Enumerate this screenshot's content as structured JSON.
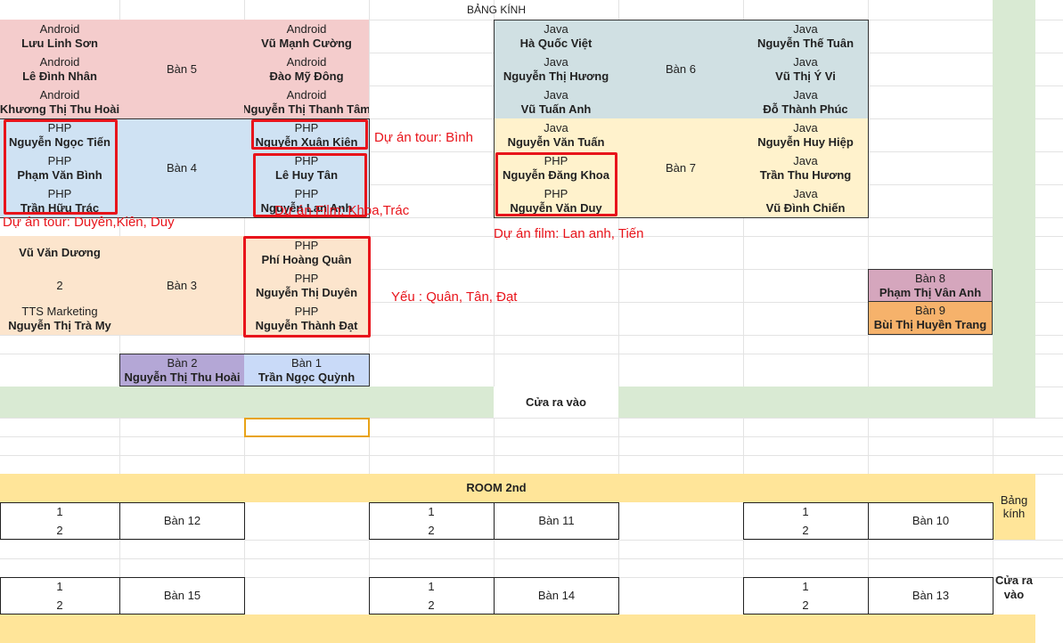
{
  "header": {
    "title": "BẢNG KÍNH"
  },
  "seats": {
    "s1": {
      "dept": "Android",
      "name": "Lưu Linh Sơn"
    },
    "s2": {
      "dept": "Android",
      "name": "Lê Đình Nhân"
    },
    "s3": {
      "dept": "Android",
      "name": "Khương Thị Thu Hoài"
    },
    "s4": {
      "dept": "Android",
      "name": "Vũ Mạnh Cường"
    },
    "s5": {
      "dept": "Android",
      "name": "Đào Mỹ Đông"
    },
    "s6": {
      "dept": "Android",
      "name": "Nguyễn Thị Thanh Tâm"
    },
    "s7": {
      "dept": "PHP",
      "name": "Nguyễn Ngọc Tiến"
    },
    "s8": {
      "dept": "PHP",
      "name": "Phạm Văn Bình"
    },
    "s9": {
      "dept": "PHP",
      "name": "Trần Hữu Trác"
    },
    "s10": {
      "dept": "PHP",
      "name": "Nguyễn Xuân Kiên"
    },
    "s11": {
      "dept": "PHP",
      "name": "Lê Huy Tân"
    },
    "s12": {
      "dept": "PHP",
      "name": "Nguyễn Lan Anh"
    },
    "s13": {
      "dept": "Java",
      "name": "Hà Quốc Việt"
    },
    "s14": {
      "dept": "Java",
      "name": "Nguyễn Thị Hương"
    },
    "s15": {
      "dept": "Java",
      "name": "Vũ Tuấn Anh"
    },
    "s16": {
      "dept": "Java",
      "name": "Nguyễn Thế Tuân"
    },
    "s17": {
      "dept": "Java",
      "name": "Vũ Thị Ý Vi"
    },
    "s18": {
      "dept": "Java",
      "name": "Đỗ Thành Phúc"
    },
    "s19": {
      "dept": "Java",
      "name": "Nguyễn Văn Tuấn"
    },
    "s20": {
      "dept": "PHP",
      "name": "Nguyễn Đăng Khoa"
    },
    "s21": {
      "dept": "PHP",
      "name": "Nguyễn Văn Duy"
    },
    "s22": {
      "dept": "Java",
      "name": "Nguyễn Huy Hiệp"
    },
    "s23": {
      "dept": "Java",
      "name": "Trần Thu Hương"
    },
    "s24": {
      "dept": "Java",
      "name": "Vũ Đình Chiến"
    },
    "s25": {
      "name": "Vũ Văn Dương"
    },
    "s26": {
      "name": "2"
    },
    "s27": {
      "dept": "TTS Marketing",
      "name": "Nguyễn Thị Trà My"
    },
    "s28": {
      "dept": "PHP",
      "name": "Phí Hoàng Quân"
    },
    "s29": {
      "dept": "PHP",
      "name": "Nguyễn Thị Duyên"
    },
    "s30": {
      "dept": "PHP",
      "name": "Nguyễn Thành Đạt"
    }
  },
  "tables": {
    "t1": "Bàn 1",
    "t2": "Bàn 2",
    "t3": "Bàn 3",
    "t4": "Bàn 4",
    "t5": "Bàn 5",
    "t6": "Bàn 6",
    "t7": "Bàn 7",
    "t8": "Bàn 8",
    "t9": "Bàn 9",
    "t10": "Bàn 10",
    "t11": "Bàn 11",
    "t12": "Bàn 12",
    "t13": "Bàn 13",
    "t14": "Bàn 14",
    "t15": "Bàn 15"
  },
  "singles": {
    "t8_name": "Phạm Thị Vân Anh",
    "t9_name": "Bùi Thị Huyền Trang",
    "t2_name": "Nguyễn Thị Thu Hoài",
    "t1_name": "Trần Ngọc Quỳnh"
  },
  "notes": {
    "n1": "Dự án tour: Bình",
    "n2": "Dự án tour: Duyên,Kiên, Duy",
    "n3": "Dự án Film: Khoa,Trác",
    "n4": "Dự án film: Lan anh, Tiến",
    "n5": "Yếu : Quân, Tân, Đạt"
  },
  "door": {
    "label": "Cửa ra vào"
  },
  "room2": {
    "title": "ROOM 2nd",
    "one": "1",
    "two": "2",
    "glass": "Bảng kính",
    "door": "Cửa ra vào"
  },
  "colors": {
    "android": "#f4cccc",
    "php": "#cfe2f3",
    "java": "#d0e0e3",
    "java_light": "#fff2cc",
    "marketing": "#fce5cd",
    "corridor": "#d9ead3",
    "room2": "#ffe599",
    "highlight": "#e8141b"
  }
}
